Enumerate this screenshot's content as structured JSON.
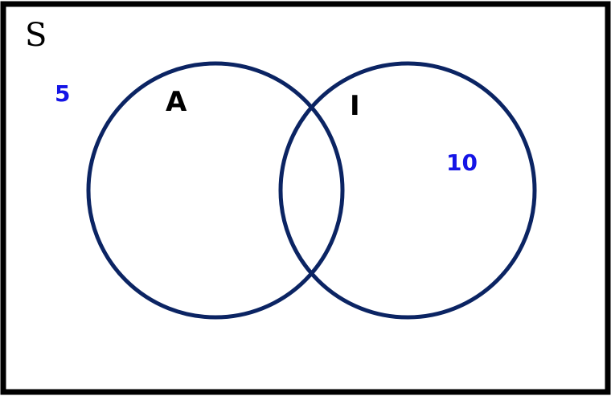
{
  "diagram": {
    "universe_label": "S",
    "sets": [
      {
        "label": "A"
      },
      {
        "label": "I"
      }
    ],
    "counts": {
      "outside": "5",
      "only_I": "10"
    },
    "colors": {
      "border": "#000000",
      "circle_stroke": "#0b2463",
      "count_text": "#1414e6",
      "label_text": "#000000"
    }
  }
}
